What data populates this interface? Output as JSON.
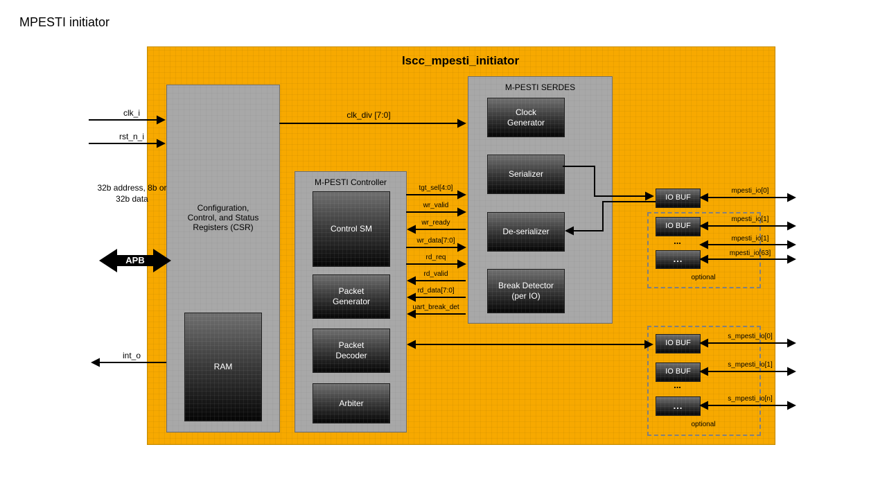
{
  "page": {
    "title": "MPESTI initiator"
  },
  "diagram": {
    "title": "lscc_mpesti_initiator",
    "csr": {
      "label": "Configuration, Control, and Status Registers (CSR)",
      "ram": "RAM"
    },
    "controller": {
      "title": "M-PESTI Controller",
      "blocks": [
        "Control SM",
        "Packet Generator",
        "Packet Decoder",
        "Arbiter"
      ]
    },
    "serdes": {
      "title": "M-PESTI SERDES",
      "blocks": [
        "Clock Generator",
        "Serializer",
        "De-serializer",
        "Break Detector (per IO)"
      ]
    }
  },
  "left": {
    "clk_i": "clk_i",
    "rst_n_i": "rst_n_i",
    "addr_note": "32b address, 8b or 32b data",
    "apb": "APB",
    "int_o": "int_o"
  },
  "buses": {
    "clk_div": "clk_div [7:0]",
    "ctrl_serdes": [
      {
        "label": "tgt_sel[4:0]",
        "dir": "right"
      },
      {
        "label": "wr_valid",
        "dir": "right"
      },
      {
        "label": "wr_ready",
        "dir": "left"
      },
      {
        "label": "wr_data[7:0]",
        "dir": "right"
      },
      {
        "label": "rd_req",
        "dir": "right"
      },
      {
        "label": "rd_valid",
        "dir": "left"
      },
      {
        "label": "rd_data[7:0]",
        "dir": "left"
      },
      {
        "label": "uart_break_det",
        "dir": "left"
      }
    ]
  },
  "io_top": {
    "buf1": "IO BUF",
    "buf2": "IO BUF",
    "dots_text": "...",
    "dots_block": "...",
    "optional": "optional",
    "signals": [
      "mpesti_io[0]",
      "mpesti_io[1]",
      "mpesti_io[1]",
      "mpesti_io[63]"
    ]
  },
  "io_bottom": {
    "buf1": "IO BUF",
    "buf2": "IO BUF",
    "dots_text": "...",
    "dots_block": "...",
    "optional": "optional",
    "signals": [
      "s_mpesti_io[0]",
      "s_mpesti_io[1]",
      "s_mpesti_io[n]"
    ]
  }
}
